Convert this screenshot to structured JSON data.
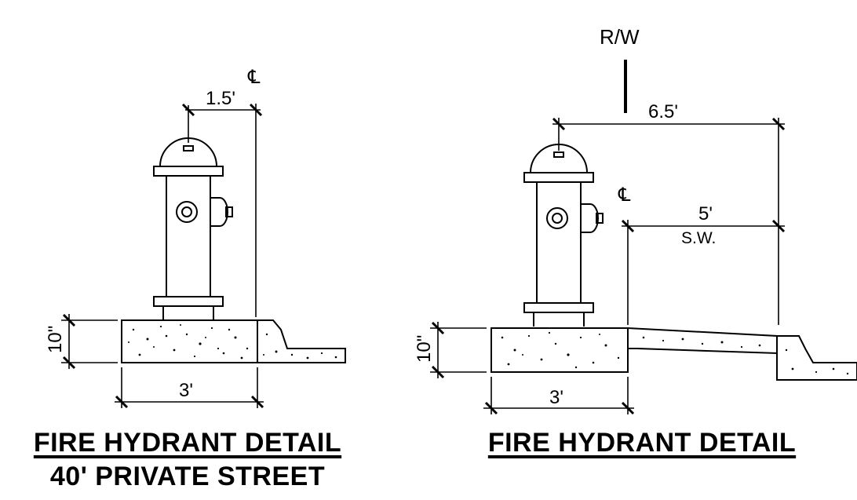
{
  "left_detail": {
    "pl_label": "℄",
    "offset_label": "1.5'",
    "curb_height_label": "10\"",
    "pad_width_label": "3'",
    "title_line1": "FIRE HYDRANT DETAIL",
    "title_line2": "40' PRIVATE STREET"
  },
  "right_detail": {
    "rw_label": "R/W",
    "offset_label": "6.5'",
    "pl_label": "℄",
    "sidewalk_width_label": "5'",
    "sidewalk_abbrev": "S.W.",
    "curb_height_label": "10\"",
    "pad_width_label": "3'",
    "title": "FIRE HYDRANT DETAIL"
  }
}
